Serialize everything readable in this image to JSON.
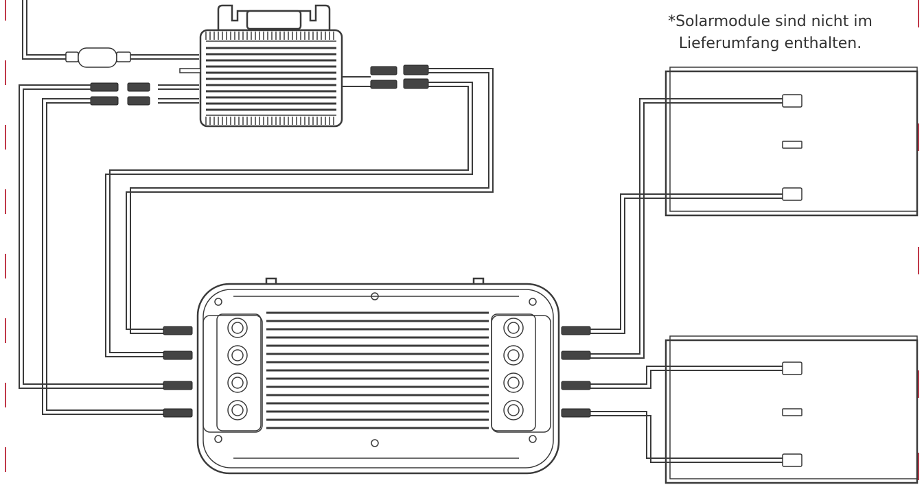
{
  "note": {
    "line1": "*Solarmodule sind nicht im",
    "line2": "Lieferumfang enthalten."
  },
  "components": {
    "microinverter": "microinverter",
    "battery_unit": "battery-unit",
    "solar_panels": [
      "solar-module-1",
      "solar-module-2"
    ]
  },
  "colors": {
    "line": "#3a3a3a",
    "edge_marks": "#c0394a",
    "note_text": "#333333"
  }
}
